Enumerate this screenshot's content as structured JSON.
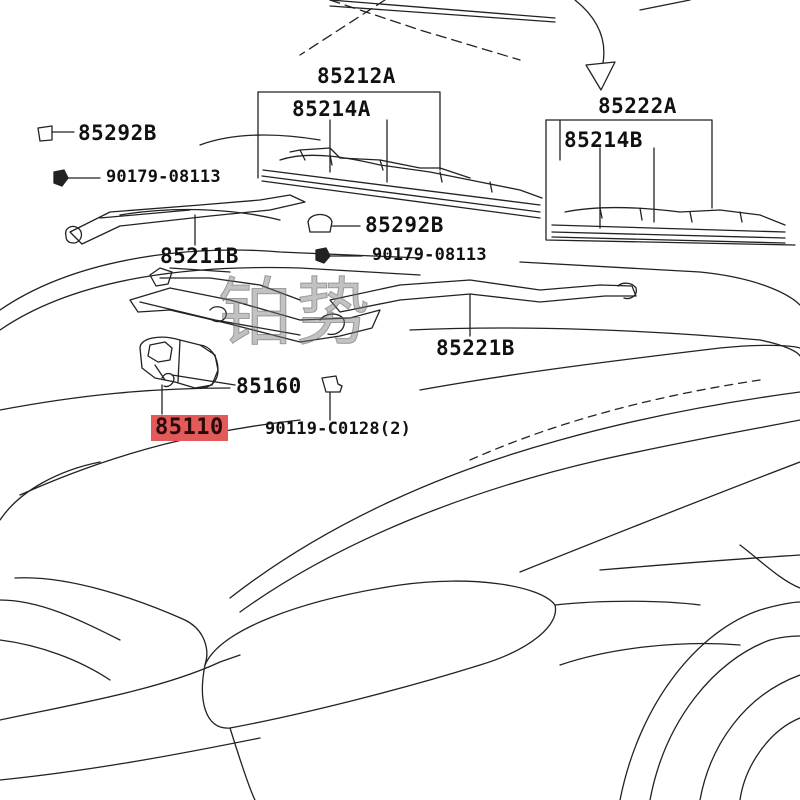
{
  "labels": {
    "p85212A": "85212A",
    "p85214A": "85214A",
    "p85222A": "85222A",
    "p85214B": "85214B",
    "p85292B_top": "85292B",
    "p90179_top": "90179-08113",
    "p85292B_mid": "85292B",
    "p90179_mid": "90179-08113",
    "p85211B": "85211B",
    "p85221B": "85221B",
    "p85160": "85160",
    "p85110": "85110",
    "p90119": "90119-C0128(2)"
  },
  "highlight_color": "#e25a5a",
  "watermark": "铂势"
}
